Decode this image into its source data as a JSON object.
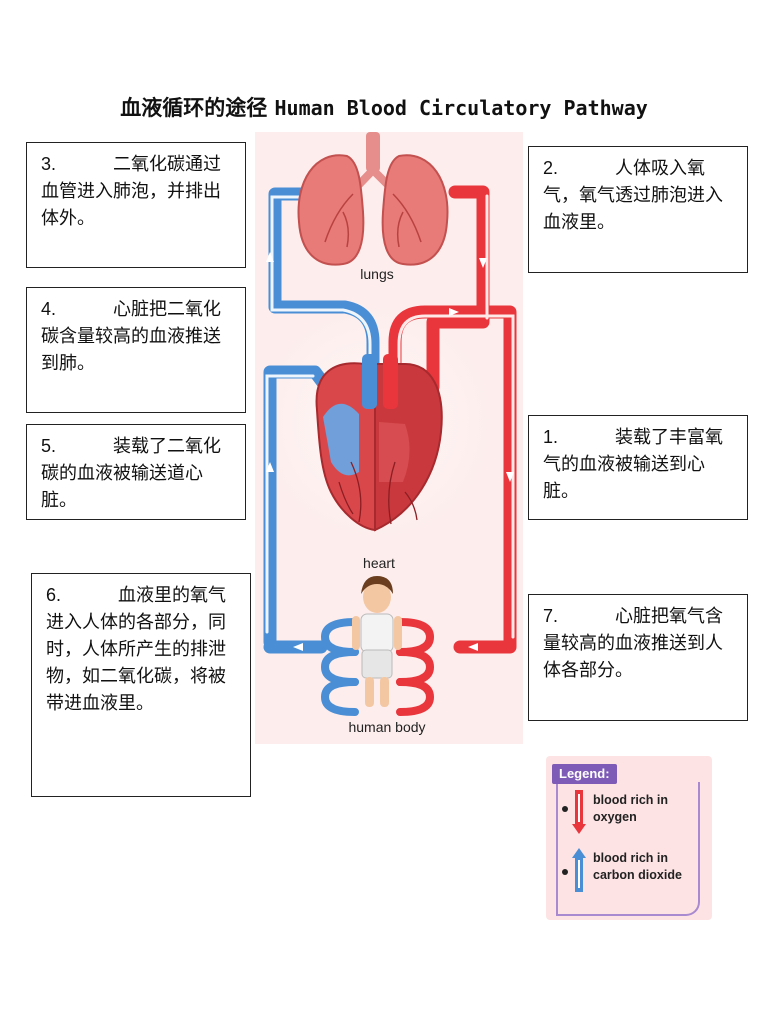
{
  "title": {
    "zh": "血液循环的途径",
    "en": "Human Blood Circulatory Pathway"
  },
  "boxes": [
    {
      "num": "3.",
      "text": "二氧化碳通过血管进入肺泡，并排出体外。"
    },
    {
      "num": "2.",
      "text": "人体吸入氧气，氧气透过肺泡进入血液里。"
    },
    {
      "num": "4.",
      "text": "心脏把二氧化碳含量较高的血液推送到肺。"
    },
    {
      "num": "5.",
      "text": "装载了二氧化碳的血液被输送道心脏。"
    },
    {
      "num": "1.",
      "text": "装载了丰富氧气的血液被输送到心脏。"
    },
    {
      "num": "6.",
      "text": "血液里的氧气进入人体的各部分，同时，人体所产生的排泄物，如二氧化碳，将被带进血液里。"
    },
    {
      "num": "7.",
      "text": "心脏把氧气含量较高的血液推送到人体各部分。"
    }
  ],
  "diagram": {
    "lungs_label": "lungs",
    "heart_label": "heart",
    "body_label": "human body"
  },
  "legend": {
    "title": "Legend:",
    "oxygen": "blood rich in oxygen",
    "co2": "blood rich in carbon dioxide"
  },
  "colors": {
    "oxygen_red": "#e8363c",
    "co2_blue": "#4a8fd6",
    "legend_purple": "#7d5bb6"
  }
}
